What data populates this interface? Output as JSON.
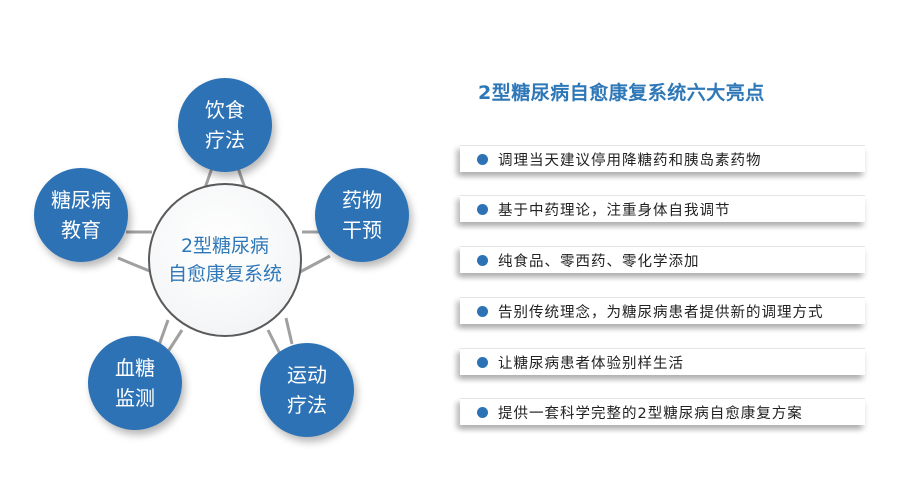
{
  "diagram": {
    "center": {
      "line1": "2型糖尿病",
      "line2": "自愈康复系统"
    },
    "nodes": [
      {
        "line1": "饮食",
        "line2": "疗法"
      },
      {
        "line1": "药物",
        "line2": "干预"
      },
      {
        "line1": "运动",
        "line2": "疗法"
      },
      {
        "line1": "血糖",
        "line2": "监测"
      },
      {
        "line1": "糖尿病",
        "line2": "教育"
      }
    ],
    "colors": {
      "node": "#2c72b5",
      "center_text": "#2f78b8",
      "connector": "#9a9a9a"
    }
  },
  "highlights": {
    "title": "2型糖尿病自愈康复系统六大亮点",
    "items": [
      "调理当天建议停用降糖药和胰岛素药物",
      "基于中药理论，注重身体自我调节",
      "纯食品、零西药、零化学添加",
      "告别传统理念，为糖尿病患者提供新的调理方式",
      "让糖尿病患者体验别样生活",
      "提供一套科学完整的2型糖尿病自愈康复方案"
    ]
  }
}
